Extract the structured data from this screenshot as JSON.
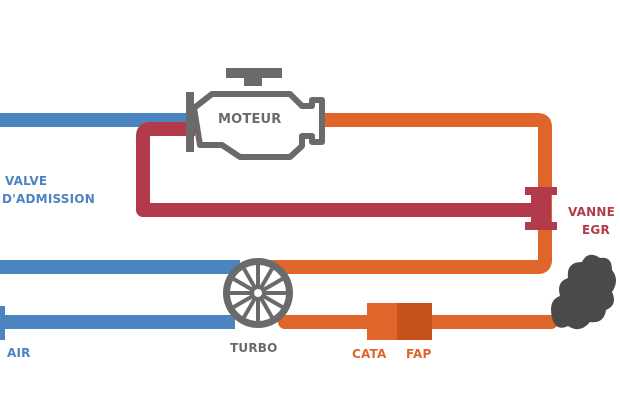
{
  "labels": {
    "engine": "MOTEUR",
    "intake_valve_line1": "VALVE",
    "intake_valve_line2": "D'ADMISSION",
    "egr_line1": "VANNE",
    "egr_line2": "EGR",
    "air": "AIR",
    "turbo": "TURBO",
    "cata": "CATA",
    "fap": "FAP"
  },
  "colors": {
    "intake_blue": "#4b84c1",
    "egr_red": "#b23a4b",
    "exhaust_orange": "#e0652b",
    "fap_orange": "#c6521b",
    "gray": "#6a6a6a",
    "smoke": "#4a4a4a"
  }
}
